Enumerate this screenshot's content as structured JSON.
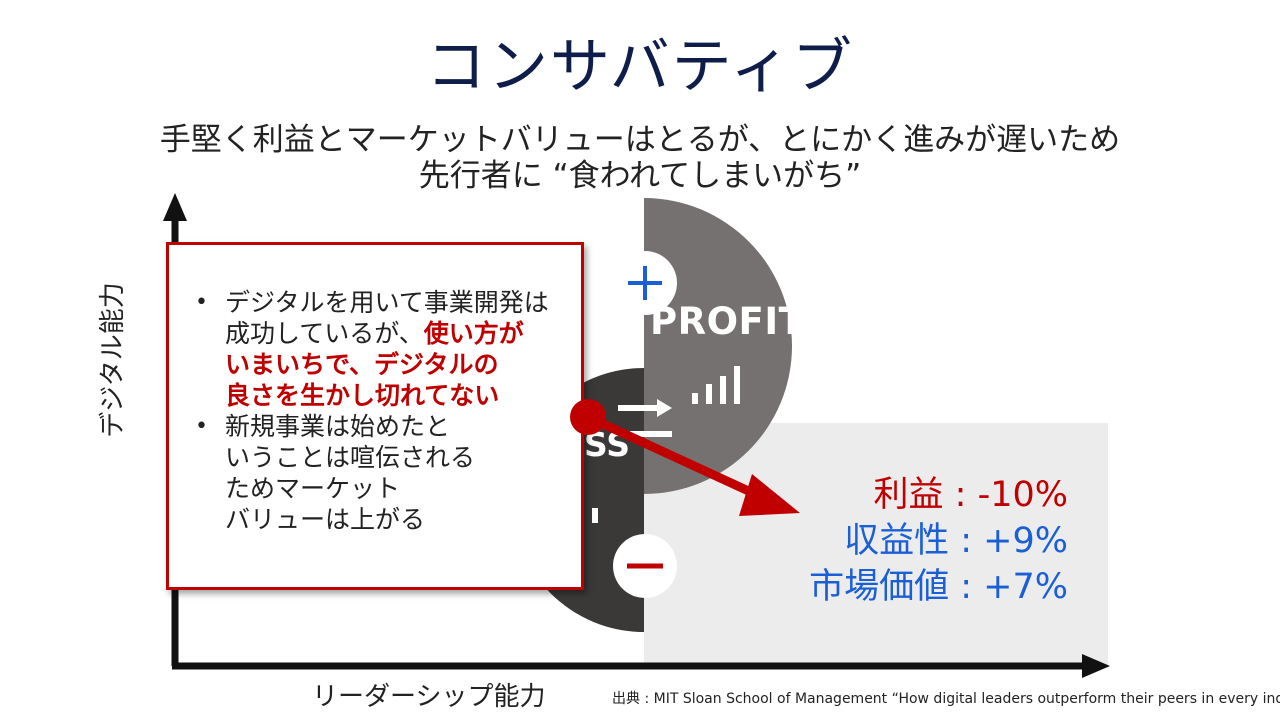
{
  "title": "コンサバティブ",
  "subtitle": {
    "line1": "手堅く利益とマーケットバリューはとるが、とにかく進みが遅いため",
    "line2": "先行者に “食われてしまいがち”"
  },
  "axes": {
    "y_label": "デジタル能力",
    "x_label": "リーダーシップ能力"
  },
  "quadrant": {
    "profit_label": "PROFIT",
    "loss_label_fragment": "SS",
    "plus_symbol": "+",
    "minus_symbol": "−"
  },
  "callout": {
    "bullet1": {
      "l1": "デジタルを用いて事業開発は",
      "l2_plain": "成功しているが、",
      "l2_red": "使い方が",
      "l3_red": "いまいちで、デジタルの",
      "l4_red": "良さを生かし切れてない"
    },
    "bullet2": {
      "l1": "新規事業は始めたと",
      "l2": "いうことは喧伝される",
      "l3": "ためマーケット",
      "l4": "バリューは上がる"
    }
  },
  "metrics": {
    "profit": "利益 : -10%",
    "profitability": "収益性 : +9%",
    "market_value": "市場価値 : +7%"
  },
  "source": "出典 : MIT Sloan School of Management “How digital leaders outperform their peers in every industry”",
  "colors": {
    "title": "#0f1d4a",
    "accent_red": "#c00000",
    "accent_blue": "#1a5fd6",
    "profit_circle": "#767171",
    "loss_circle": "#3b3838",
    "quadrant_bg": "#ececec"
  }
}
